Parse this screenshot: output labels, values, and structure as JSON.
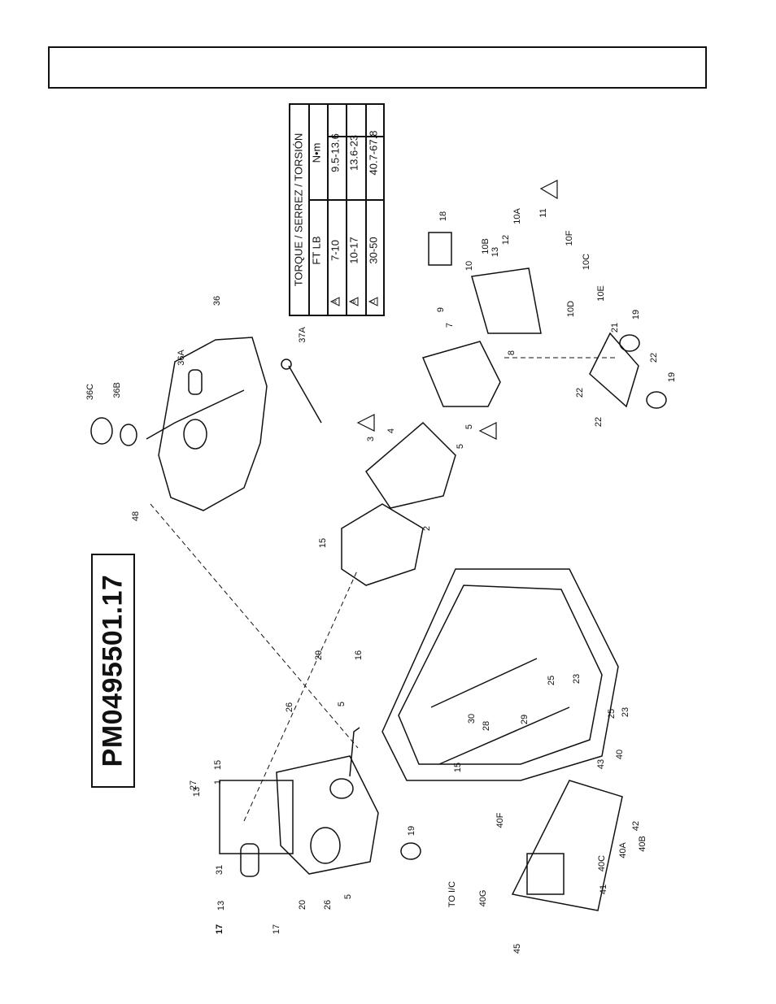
{
  "model_number": "PM0495501.17",
  "torque_table": {
    "title": "TORQUE / SERREZ / TORSIÓN",
    "col_ftlb": "FT LB",
    "col_nm": "N•m",
    "rows": [
      {
        "mark": "A",
        "ftlb": "7-10",
        "nm": "9.5-13.6"
      },
      {
        "mark": "B",
        "ftlb": "10-17",
        "nm": "13.6-23"
      },
      {
        "mark": "C",
        "ftlb": "30-50",
        "nm": "40.7-67.8"
      }
    ]
  },
  "part_labels": [
    "1",
    "2",
    "3",
    "4",
    "5",
    "5",
    "5",
    "5",
    "7",
    "8",
    "9",
    "10",
    "10A",
    "10B",
    "10C",
    "10D",
    "10E",
    "10F",
    "11",
    "12",
    "13",
    "13",
    "13",
    "15",
    "15",
    "15",
    "16",
    "17",
    "17",
    "18",
    "19",
    "19",
    "19",
    "20",
    "21",
    "22",
    "22",
    "22",
    "23",
    "23",
    "25",
    "25",
    "26",
    "26",
    "27",
    "28",
    "29",
    "29",
    "30",
    "31",
    "36",
    "36A",
    "36B",
    "36C",
    "37A",
    "40",
    "40A",
    "40B",
    "40C",
    "40F",
    "40G",
    "41",
    "42",
    "43",
    "45",
    "48",
    "TO I/C"
  ],
  "warning_marks": [
    "A",
    "B",
    "C"
  ],
  "icons": [
    "warning-triangle-icon"
  ]
}
